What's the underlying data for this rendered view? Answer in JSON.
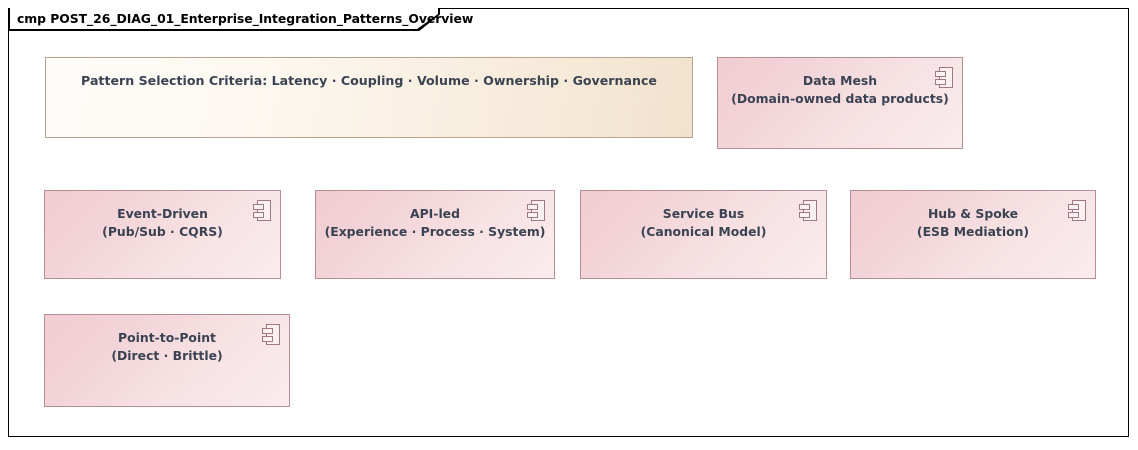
{
  "frame": {
    "title": "cmp POST_26_DIAG_01_Enterprise_Integration_Patterns_Overview",
    "keyword": "cmp",
    "name": "POST_26_DIAG_01_Enterprise_Integration_Patterns_Overview",
    "border_color": "#000000",
    "background": "#ffffff"
  },
  "colors": {
    "note_fill_light": "#fefcf9",
    "note_fill_dark": "#f1e2cd",
    "note_border": "#b9a38e",
    "component_fill_dark": "#f0cdd2",
    "component_fill_light": "#faeced",
    "component_border": "#b58e93",
    "text": "#3b4352",
    "icon_stroke": "#9e7a80",
    "shadow": "#c9c9c9"
  },
  "note": {
    "id": "pattern-selection-criteria",
    "text": "Pattern Selection Criteria: Latency · Coupling · Volume · Ownership · Governance",
    "icon": "none"
  },
  "components": [
    {
      "id": "data-mesh",
      "title": "Data Mesh",
      "subtitle": "(Domain-owned data products)",
      "text": "Data Mesh\n(Domain-owned data products)",
      "icon": "component-icon"
    },
    {
      "id": "event-driven",
      "title": "Event-Driven",
      "subtitle": "(Pub/Sub · CQRS)",
      "text": "Event-Driven\n(Pub/Sub · CQRS)",
      "icon": "component-icon"
    },
    {
      "id": "api-led",
      "title": "API-led",
      "subtitle": "(Experience · Process · System)",
      "text": "API-led\n(Experience · Process · System)",
      "icon": "component-icon"
    },
    {
      "id": "service-bus",
      "title": "Service Bus",
      "subtitle": "(Canonical Model)",
      "text": "Service Bus\n(Canonical Model)",
      "icon": "component-icon"
    },
    {
      "id": "hub-and-spoke",
      "title": "Hub & Spoke",
      "subtitle": "(ESB Mediation)",
      "text": "Hub & Spoke\n(ESB Mediation)",
      "icon": "component-icon"
    },
    {
      "id": "point-to-point",
      "title": "Point-to-Point",
      "subtitle": "(Direct · Brittle)",
      "text": "Point-to-Point\n(Direct · Brittle)",
      "icon": "component-icon"
    }
  ]
}
